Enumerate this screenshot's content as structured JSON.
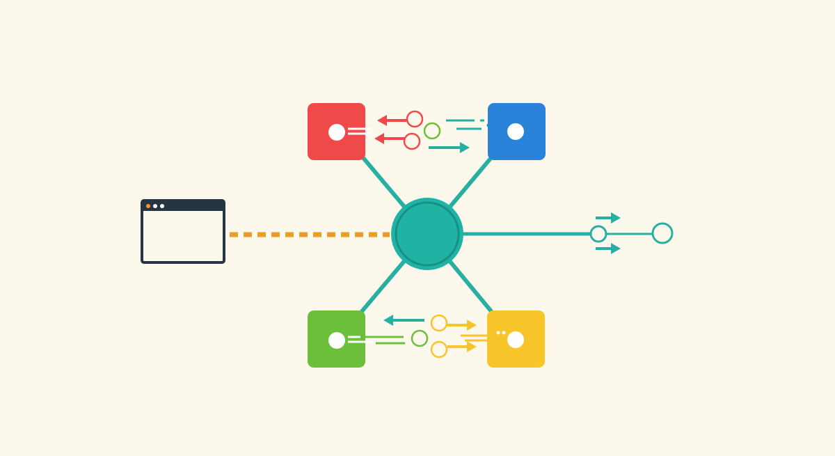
{
  "colors": {
    "background": "#fcf8ec",
    "hub": "#1fb3a5",
    "hub_ring": "#1fb3a5",
    "connector": "#27b0a2",
    "node_red": "#ef4a49",
    "node_blue": "#2b82d9",
    "node_green": "#6bbf3a",
    "node_yellow": "#f7c42a",
    "window_frame": "#273444",
    "window_dot_orange": "#f2992e",
    "dashed_link": "#eb9b28",
    "node_dot": "#ffffff"
  },
  "diagram": {
    "hub": {
      "icon": "hub-circle"
    },
    "nodes": [
      {
        "id": "red",
        "color_key": "node_red"
      },
      {
        "id": "blue",
        "color_key": "node_blue"
      },
      {
        "id": "green",
        "color_key": "node_green"
      },
      {
        "id": "yellow",
        "color_key": "node_yellow"
      }
    ],
    "client_window": {
      "icon": "browser-window-icon"
    },
    "outbound": {
      "icon": "outbound-stream"
    }
  }
}
